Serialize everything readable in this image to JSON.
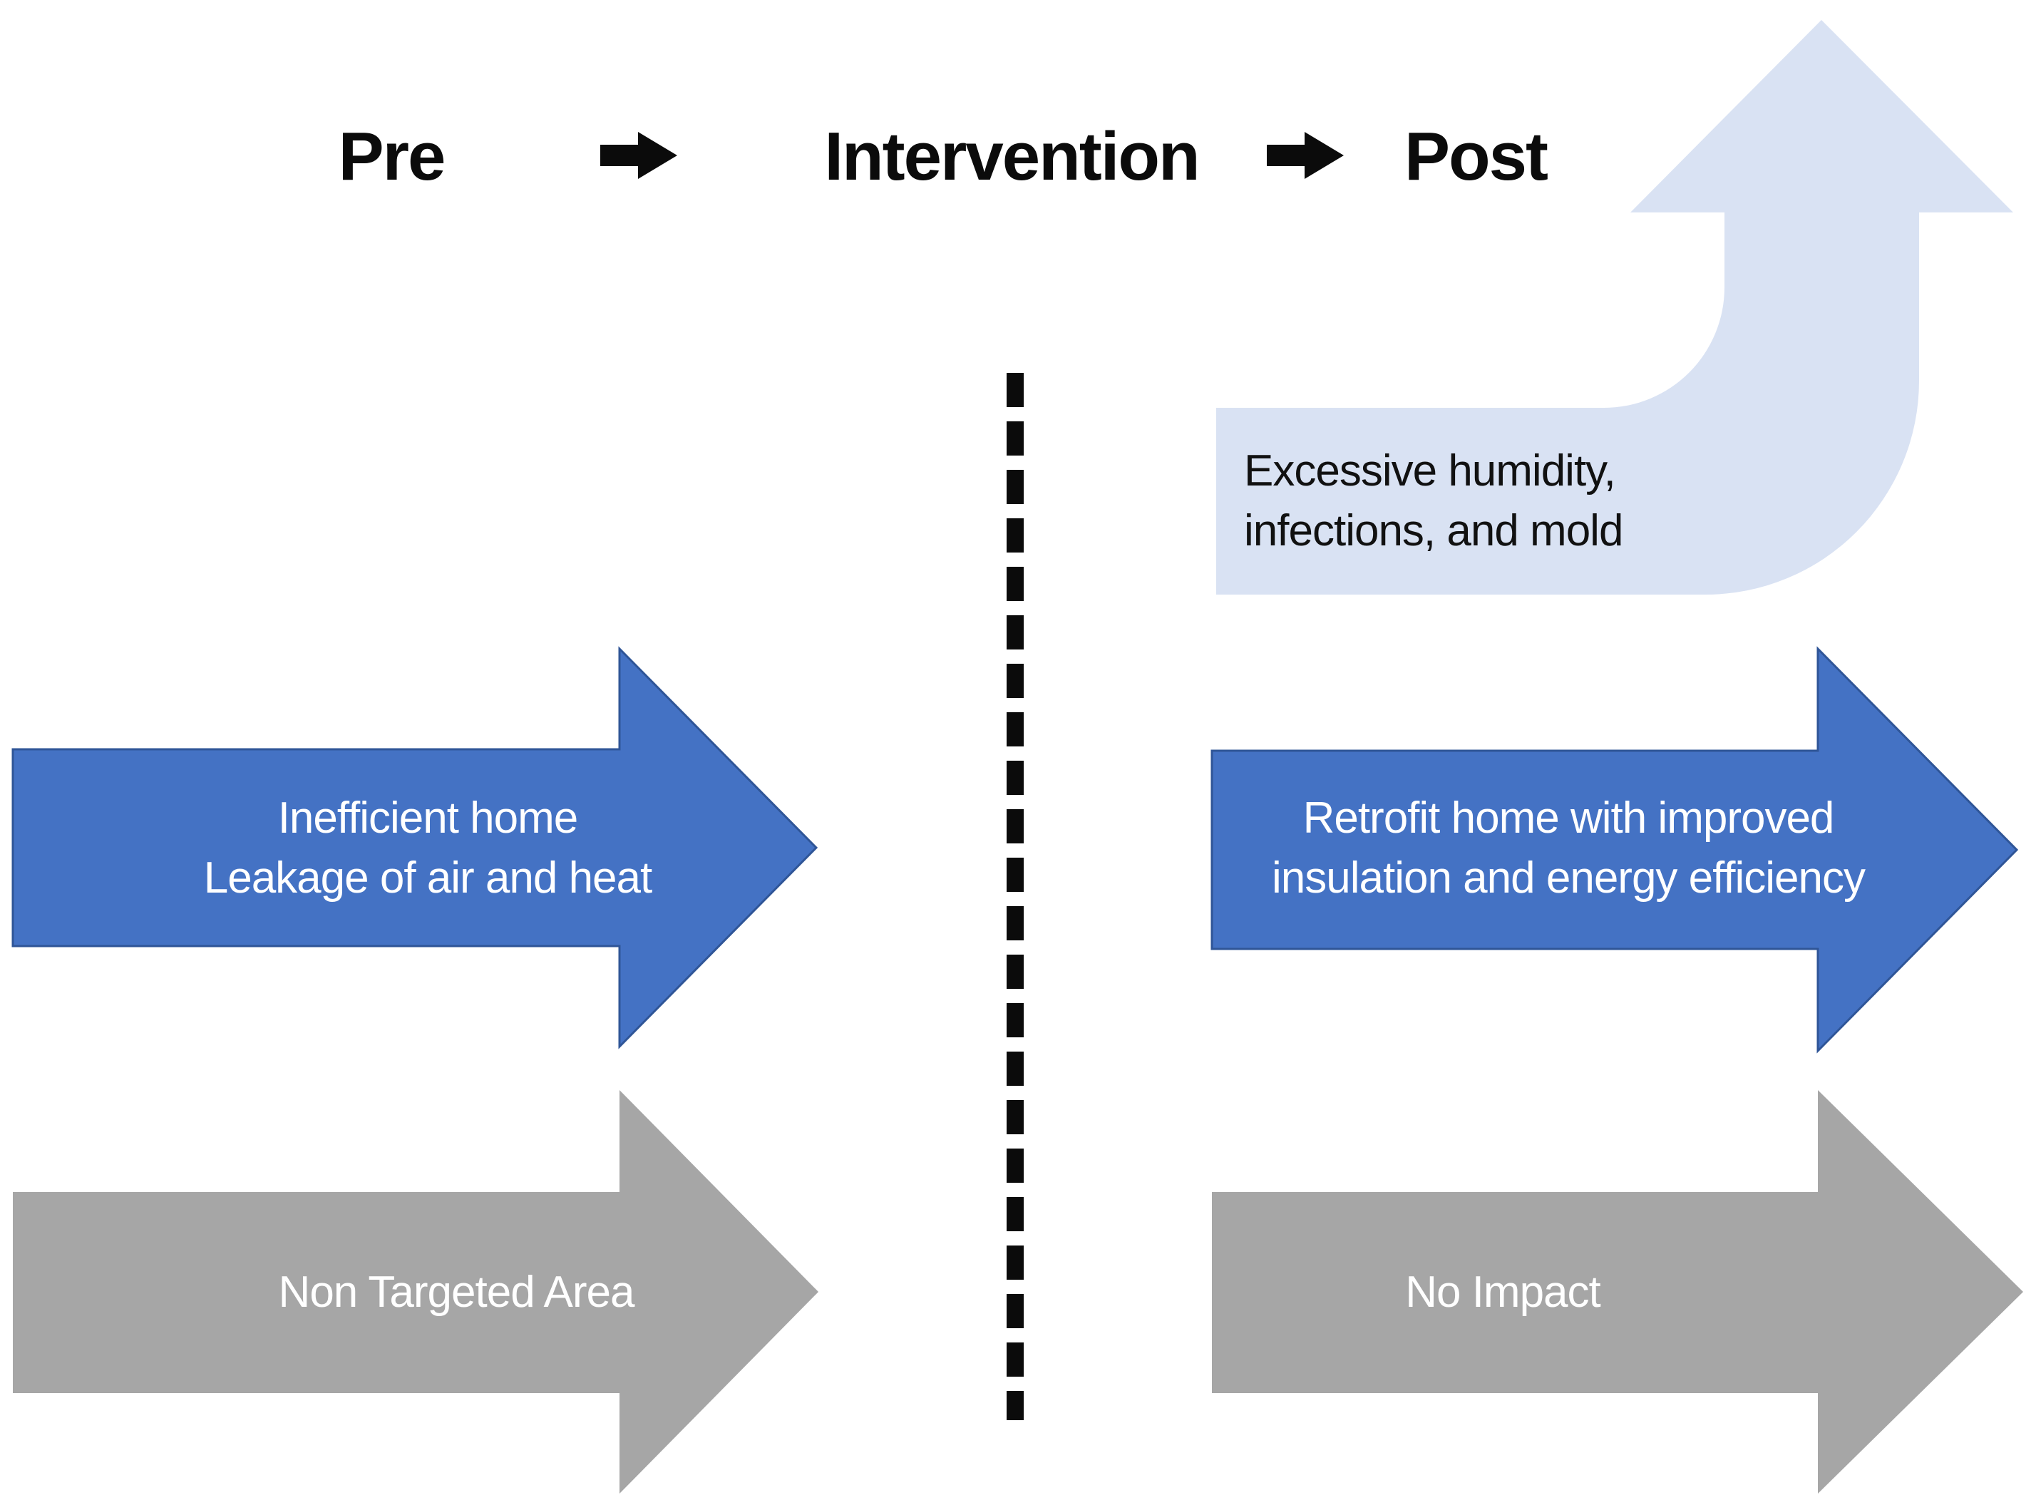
{
  "header": {
    "pre": "Pre",
    "intervention": "Intervention",
    "post": "Post"
  },
  "left": {
    "blue_arrow": {
      "line1": "Inefficient home",
      "line2": "Leakage of air and heat"
    },
    "gray_arrow": {
      "label": "Non Targeted Area"
    }
  },
  "right": {
    "curved_arrow": {
      "line1": "Excessive humidity,",
      "line2": "infections, and mold"
    },
    "blue_arrow": {
      "line1": "Retrofit home with improved",
      "line2": "insulation and energy efficiency"
    },
    "gray_arrow": {
      "label": "No Impact"
    }
  },
  "colors": {
    "blue": "#4472C4",
    "blue_outline": "#2F5597",
    "gray": "#A6A6A6",
    "light_blue": "#D9E2F3",
    "black": "#0B0B0B"
  }
}
